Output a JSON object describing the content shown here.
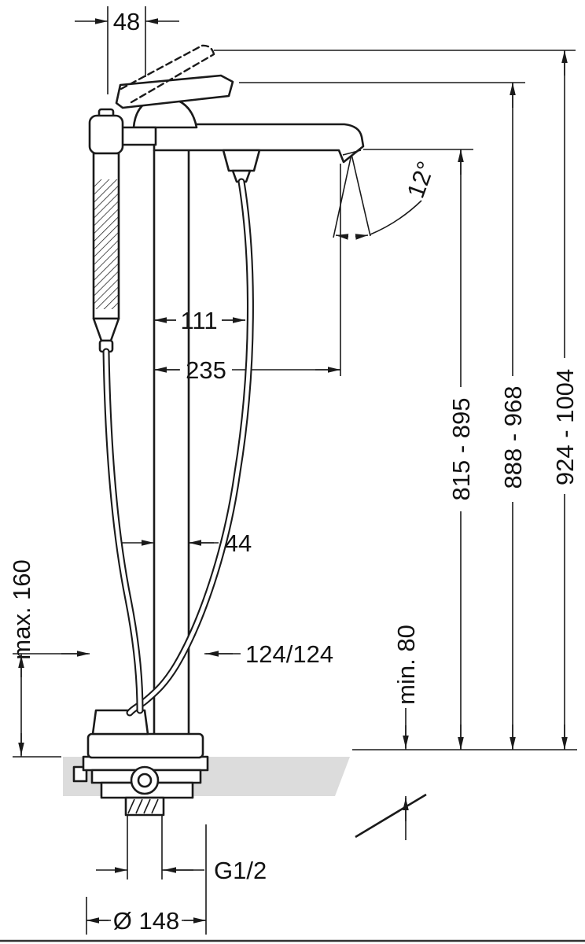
{
  "page": {
    "background": "#ffffff"
  },
  "drawing": {
    "type": "technical-dimension-drawing",
    "subject": "floor-standing-bath-mixer-with-hand-shower",
    "line_color": "#1a1a1a",
    "floor_fill": "#dcdcdc",
    "labels": {
      "width_top": "48",
      "spout_angle": "12°",
      "offset_111": "111",
      "reach_235": "235",
      "height_spout_range": "815 - 895",
      "height_body_range": "888 - 968",
      "height_total_range": "924 - 1004",
      "riser_width": "44",
      "floor_thickness_max": "max. 160",
      "hose_offset": "124/124",
      "depth_min": "min. 80",
      "thread": "G1/2",
      "base_diameter": "Ø 148"
    }
  }
}
